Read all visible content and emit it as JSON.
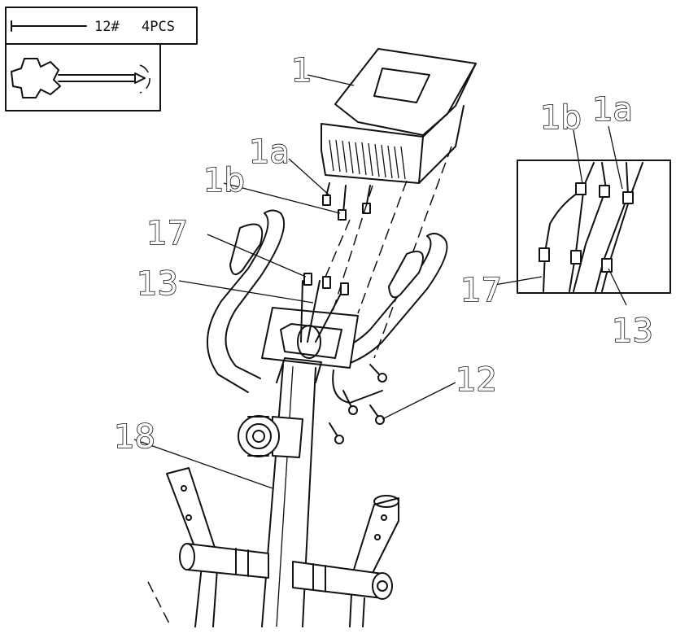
{
  "hardware_box": {
    "part_label": "12#",
    "quantity_label": "4PCS"
  },
  "callouts": {
    "part_1": "1",
    "part_1a": "1a",
    "part_1b": "1b",
    "part_17": "17",
    "part_13": "13",
    "part_12": "12",
    "part_18": "18"
  },
  "detail": {
    "label_1b": "1b",
    "label_1a": "1a",
    "label_17": "17",
    "label_13": "13"
  }
}
